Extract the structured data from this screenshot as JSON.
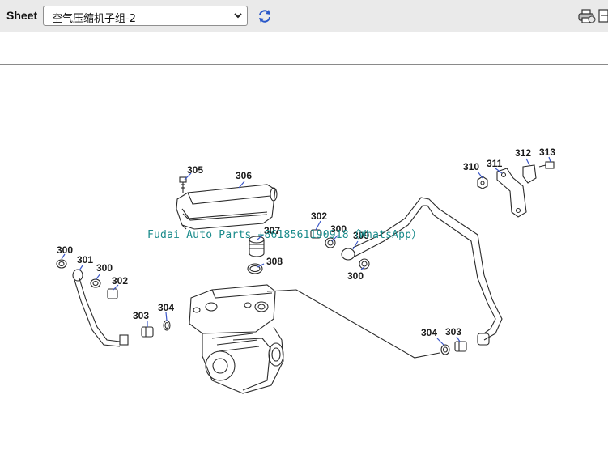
{
  "toolbar": {
    "sheet_label": "Sheet",
    "sheet_value": "空气压缩机子组-2",
    "refresh_icon": "refresh-icon",
    "print_icon": "print-icon",
    "export_icon": "export-icon"
  },
  "diagram": {
    "watermark": "Fudai Auto Parts +8618561190918（WhatsApp）",
    "callouts": [
      "305",
      "306",
      "302",
      "300",
      "309",
      "307",
      "308",
      "300",
      "310",
      "311",
      "312",
      "313",
      "300",
      "301",
      "300",
      "302",
      "303",
      "304",
      "304",
      "303"
    ]
  }
}
